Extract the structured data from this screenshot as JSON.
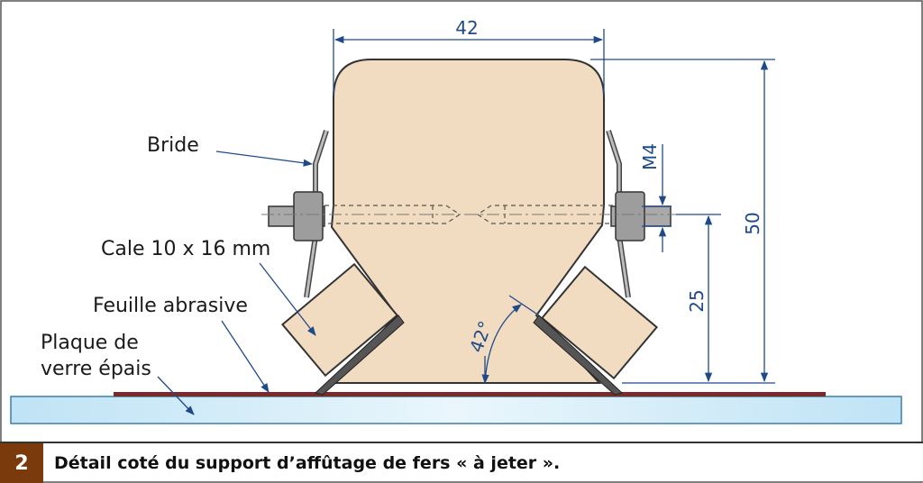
{
  "figure": {
    "number": "2",
    "caption": "Détail coté du support d’affûtage de fers « à jeter »."
  },
  "labels": {
    "bride": "Bride",
    "cale": "Cale 10 x 16 mm",
    "feuille": "Feuille abrasive",
    "plaque_line1": "Plaque de",
    "plaque_line2": "verre épais"
  },
  "dimensions": {
    "width": "42",
    "thread": "M4",
    "height_total": "50",
    "height_axis": "25",
    "angle": "42°"
  },
  "colors": {
    "wood": "#f1dcc1",
    "metal": "#a9a9a9",
    "glass": "#cde9f7",
    "abrasive": "#7a2a2a",
    "dimension": "#1f4a8a",
    "caption_badge": "#7a3a0c"
  }
}
